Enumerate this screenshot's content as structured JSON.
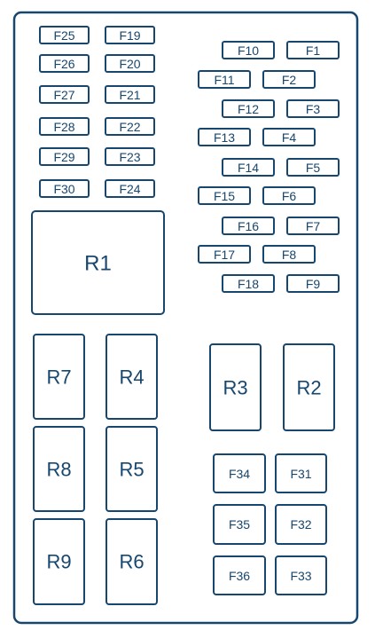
{
  "diagram": {
    "title": "",
    "stroke_color": "#17466e",
    "background": "#ffffff"
  },
  "fuses": {
    "left": [
      "F25",
      "F19",
      "F26",
      "F20",
      "F27",
      "F21",
      "F28",
      "F22",
      "F29",
      "F23",
      "F30",
      "F24"
    ],
    "right": [
      "F10",
      "F1",
      "F11",
      "F2",
      "F12",
      "F3",
      "F13",
      "F4",
      "F14",
      "F5",
      "F15",
      "F6",
      "F16",
      "F7",
      "F17",
      "F8",
      "F18",
      "F9"
    ],
    "lower": [
      "F34",
      "F31",
      "F35",
      "F32",
      "F36",
      "F33"
    ]
  },
  "relays": [
    "R1",
    "R7",
    "R4",
    "R8",
    "R5",
    "R9",
    "R6",
    "R3",
    "R2"
  ]
}
